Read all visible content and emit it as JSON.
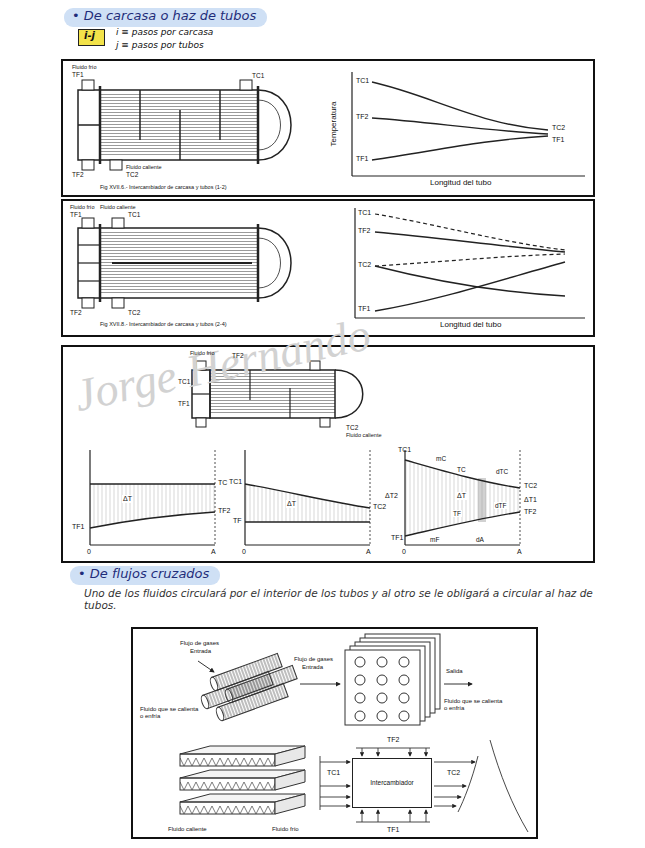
{
  "diagram": {
    "nodes": [
      {
        "text": [
          "• De carcasa o haz de tubos"
        ]
      },
      {
        "text": [
          "i-j"
        ]
      },
      {
        "text": [
          "• De flujos cruzados"
        ]
      },
      {
        "text": [
          "Intercambiador"
        ]
      }
    ],
    "labels": [
      "i ≡ pasos por carcasa",
      "j ≡ pasos por tubos",
      "Fluido frío",
      "TF1",
      "TC1",
      "TF2",
      "Fluido caliente",
      "TC2",
      "Fig XVII.6.- Intercambiador de carcasa y tubos (1-2)",
      "TC1",
      "TF2",
      "TF1",
      "TC2",
      "TF1",
      "Temperatura",
      "Longitud del tubo",
      "Fluido frío",
      "Fluido caliente",
      "TF1",
      "TC1",
      "TF2",
      "TC2",
      "Fig XVII.8.- Intercambiador de carcasa y tubos (2-4)",
      "TC1",
      "TF2",
      "TC2",
      "TF1",
      "Longitud del tubo",
      "Fluido frío",
      "TF2",
      "TC1",
      "TF1",
      "TC2",
      "Fluido caliente",
      "TC",
      "TF2",
      "TF1",
      "ΔT",
      "0",
      "A",
      "TC1",
      "TC2",
      "TF",
      "ΔT",
      "0",
      "A",
      "TC1",
      "mC",
      "TC",
      "dTC",
      "TC2",
      "ΔT2",
      "ΔT",
      "ΔT1",
      "TF",
      "dTF",
      "TF2",
      "mF",
      "dA",
      "TF1",
      "0",
      "A",
      "Uno de los fluidos circulará por el interior de los tubos y al otro se le obligará a circular al haz de tubos.",
      "Flujo de gases",
      "Entrada",
      "Fluido que se calienta o enfría",
      "Flujo de gases",
      "Entrada",
      "Salida",
      "Fluido que se calienta o enfría",
      "Fluido caliente",
      "Fluido frío",
      "TC1",
      "TF2",
      "TC2",
      "TF1",
      "Jorge Hernando"
    ]
  }
}
